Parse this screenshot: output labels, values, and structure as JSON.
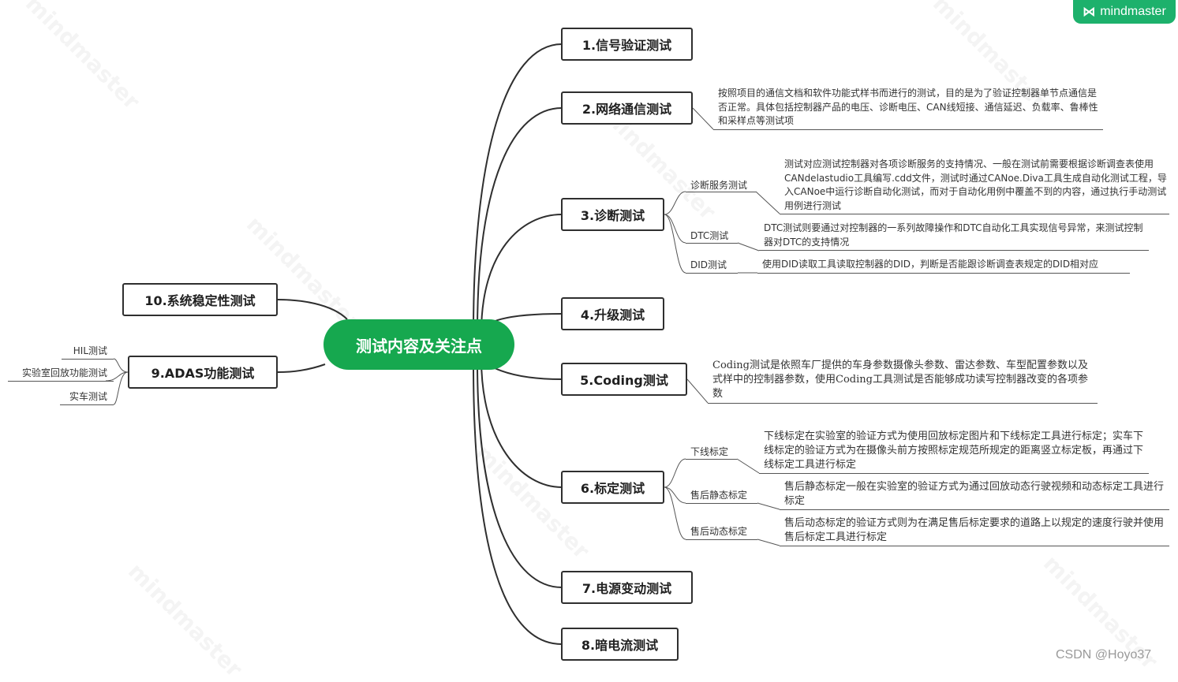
{
  "brand": {
    "logo_text": "mindmaster",
    "watermark_text": "mindmaster"
  },
  "central": {
    "title": "测试内容及关注点"
  },
  "branches": [
    {
      "label": "1.信号验证测试"
    },
    {
      "label": "2.网络通信测试",
      "note": "按照项目的通信文档和软件功能式样书而进行的测试，目的是为了验证控制器单节点通信是否正常。具体包括控制器产品的电压、诊断电压、CAN线短接、通信延迟、负载率、鲁棒性和采样点等测试项"
    },
    {
      "label": "3.诊断测试",
      "children": [
        {
          "label": "诊断服务测试",
          "note": "测试对应测试控制器对各项诊断服务的支持情况、一般在测试前需要根据诊断调查表使用CANdelastudio工具编写.cdd文件，测试时通过CANoe.Diva工具生成自动化测试工程，导入CANoe中运行诊断自动化测试，而对于自动化用例中覆盖不到的内容，通过执行手动测试用例进行测试"
        },
        {
          "label": "DTC测试",
          "note": "DTC测试则要通过对控制器的一系列故障操作和DTC自动化工具实现信号异常，来测试控制器对DTC的支持情况"
        },
        {
          "label": "DID测试",
          "note": "使用DID读取工具读取控制器的DID，判断是否能跟诊断调查表规定的DID相对应"
        }
      ]
    },
    {
      "label": "4.升级测试"
    },
    {
      "label": "5.Coding测试",
      "note": "Coding测试是依照车厂提供的车身参数摄像头参数、雷达参数、车型配置参数以及式样中的控制器参数，使用Coding工具测试是否能够成功读写控制器改变的各项参数"
    },
    {
      "label": "6.标定测试",
      "children": [
        {
          "label": "下线标定",
          "note": "下线标定在实验室的验证方式为使用回放标定图片和下线标定工具进行标定；实车下线标定的验证方式为在摄像头前方按照标定规范所规定的距离竖立标定板，再通过下线标定工具进行标定"
        },
        {
          "label": "售后静态标定",
          "note": "售后静态标定一般在实验室的验证方式为通过回放动态行驶视频和动态标定工具进行标定"
        },
        {
          "label": "售后动态标定",
          "note": "售后动态标定的验证方式则为在满足售后标定要求的道路上以规定的速度行驶并使用售后标定工具进行标定"
        }
      ]
    },
    {
      "label": "7.电源变动测试"
    },
    {
      "label": "8.暗电流测试"
    },
    {
      "label": "9.ADAS功能测试",
      "children": [
        {
          "label": "HIL测试"
        },
        {
          "label": "实验室回放功能测试"
        },
        {
          "label": "实车测试"
        }
      ]
    },
    {
      "label": "10.系统稳定性测试"
    }
  ],
  "footer": {
    "credit": "CSDN @Hoyo37"
  },
  "colors": {
    "accent": "#16a84f",
    "brand": "#1db16c",
    "line": "#2f2f2f"
  }
}
